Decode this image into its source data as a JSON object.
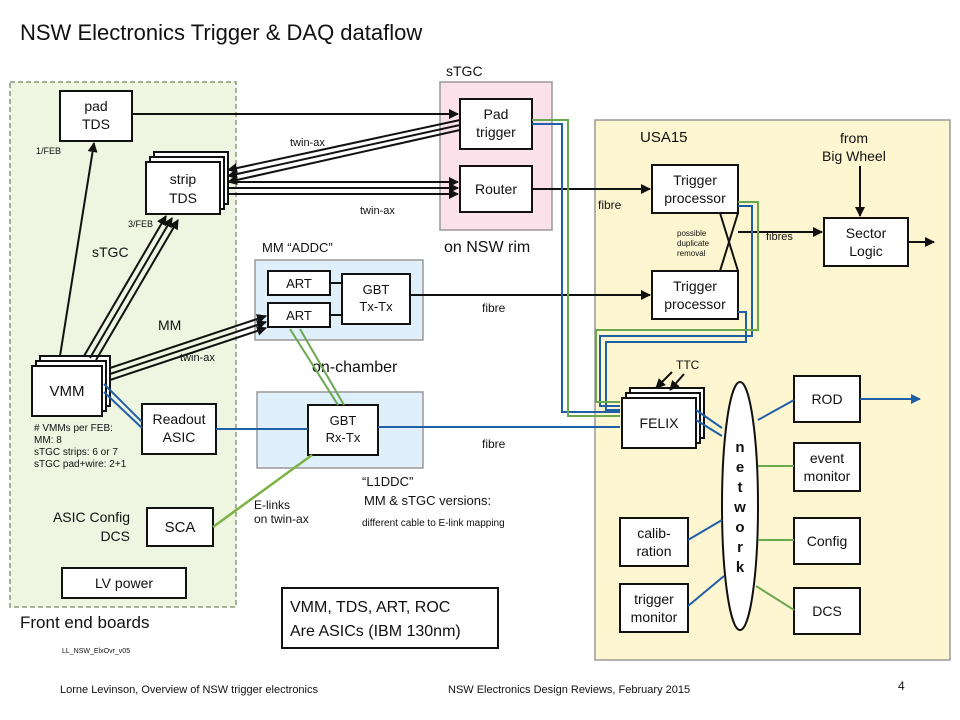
{
  "title": "NSW Electronics Trigger & DAQ dataflow",
  "colors": {
    "frontend_bg": "#eef5e0",
    "frontend_border": "#8a9a7a",
    "usa15_bg": "#fdf6d0",
    "stgc_bg": "#fbe2ea",
    "addc_bg": "#dff0fb",
    "l1ddc_bg": "#dff0fb",
    "blue_link": "#1f5fa8",
    "green_link": "#6aa84f"
  },
  "front_end": {
    "label": "Front end boards",
    "version_tag": "LL_NSW_ElxOvr_v05",
    "pad_tds": [
      "pad",
      "TDS"
    ],
    "strip_tds": [
      "strip",
      "TDS"
    ],
    "per_feb_1": "1/FEB",
    "per_feb_3": "3/FEB",
    "stgc_label": "sTGC",
    "mm_label": "MM",
    "twinax_label": "twin-ax",
    "vmm": "VMM",
    "vmm_notes": [
      "# VMMs per FEB:",
      "MM: 8",
      "sTGC strips: 6 or 7",
      "sTGC pad+wire: 2+1"
    ],
    "readout_asic": [
      "Readout",
      "ASIC"
    ],
    "asic_config": [
      "ASIC Config",
      "DCS"
    ],
    "sca": "SCA",
    "lv_power": "LV power"
  },
  "stgc_rim": {
    "label": "sTGC",
    "pad_trigger": [
      "Pad",
      "trigger"
    ],
    "router": "Router",
    "rim_label": "on NSW rim",
    "twinax_top": "twin-ax",
    "twinax_bottom": "twin-ax"
  },
  "addc": {
    "label": "MM “ADDC”",
    "art1": "ART",
    "art2": "ART",
    "gbt": [
      "GBT",
      "Tx-Tx"
    ],
    "fibre": "fibre"
  },
  "on_chamber": "on-chamber",
  "l1ddc": {
    "label": "“L1DDC”",
    "gbt": [
      "GBT",
      "Rx-Tx"
    ],
    "fibre": "fibre",
    "elinks": [
      "E-links",
      "on twin-ax"
    ],
    "versions": [
      "MM & sTGC versions:",
      "different cable to E-link mapping"
    ]
  },
  "usa15": {
    "label": "USA15",
    "from_big_wheel": [
      "from",
      "Big Wheel"
    ],
    "trigger_processor_1": [
      "Trigger",
      "processor"
    ],
    "trigger_processor_2": [
      "Trigger",
      "processor"
    ],
    "fibre_label": "fibre",
    "duplicate_note": [
      "possible",
      "duplicate",
      "removal"
    ],
    "fibres_label": "fibres",
    "sector_logic": [
      "Sector",
      "Logic"
    ],
    "ttc": "TTC",
    "felix": "FELIX",
    "network": [
      "n",
      "e",
      "t",
      "w",
      "o",
      "r",
      "k"
    ],
    "rod": "ROD",
    "event_monitor": [
      "event",
      "monitor"
    ],
    "config": "Config",
    "dcs": "DCS",
    "calibration": [
      "calib-",
      "ration"
    ],
    "trigger_monitor": [
      "trigger",
      "monitor"
    ]
  },
  "asics_note": [
    "VMM, TDS, ART, ROC",
    "Are ASICs (IBM 130nm)"
  ],
  "footer": {
    "left": "Lorne Levinson, Overview of NSW trigger electronics",
    "center": "NSW Electronics Design Reviews, February 2015",
    "page_number": "4"
  }
}
